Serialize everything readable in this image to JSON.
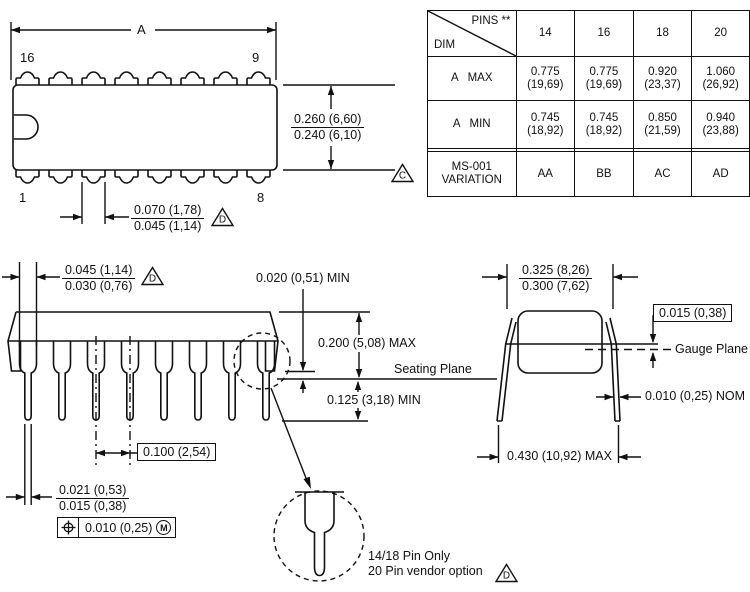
{
  "notes": {
    "c": "C",
    "d": "D"
  },
  "top_view": {
    "dim_a": "A",
    "pin_16": "16",
    "pin_9": "9",
    "pin_1": "1",
    "pin_8": "8",
    "body_width_max": "0.260 (6,60)",
    "body_width_min": "0.240 (6,10)",
    "lead_tab_max": "0.070 (1,78)",
    "lead_tab_min": "0.045 (1,14)"
  },
  "pin_table": {
    "corner_top": "PINS **",
    "corner_bottom": "DIM",
    "columns": [
      "14",
      "16",
      "18",
      "20"
    ],
    "row_a_max": {
      "label": "A   MAX",
      "values": [
        "0.775\n(19,69)",
        "0.775\n(19,69)",
        "0.920\n(23,37)",
        "1.060\n(26,92)"
      ]
    },
    "row_a_min": {
      "label": "A   MIN",
      "values": [
        "0.745\n(18,92)",
        "0.745\n(18,92)",
        "0.850\n(21,59)",
        "0.940\n(23,88)"
      ]
    },
    "row_variation": {
      "label": "MS-001\nVARIATION",
      "values": [
        "AA",
        "BB",
        "AC",
        "AD"
      ]
    }
  },
  "side_view": {
    "shoulder_max": "0.045 (1,14)",
    "shoulder_min": "0.030 (0,76)",
    "standoff": "0.020 (0,51) MIN",
    "body_height": "0.200 (5,08) MAX",
    "seating_plane": "Seating Plane",
    "lead_below_seating": "0.125 (3,18) MIN",
    "pitch": "0.100 (2,54)",
    "lead_width_max": "0.021 (0,53)",
    "lead_width_min": "0.015 (0,38)",
    "position_tolerance": "0.010 (0,25)",
    "position_modifier": "M"
  },
  "end_view": {
    "row_span_max": "0.325 (8,26)",
    "row_span_min": "0.300 (7,62)",
    "gauge_offset": "0.015 (0,38)",
    "gauge_plane": "Gauge Plane",
    "lead_thickness": "0.010 (0,25) NOM",
    "overall_span": "0.430 (10,92) MAX"
  },
  "detail_view": {
    "note_line1": "14/18 Pin Only",
    "note_line2": "20 Pin vendor option"
  },
  "icons": {
    "position_symbol": "circle-crosshair",
    "modifier_symbol": "M-in-circle",
    "note_symbol": "triangle"
  },
  "colors": {
    "ink": "#111111",
    "paper": "#ffffff"
  }
}
